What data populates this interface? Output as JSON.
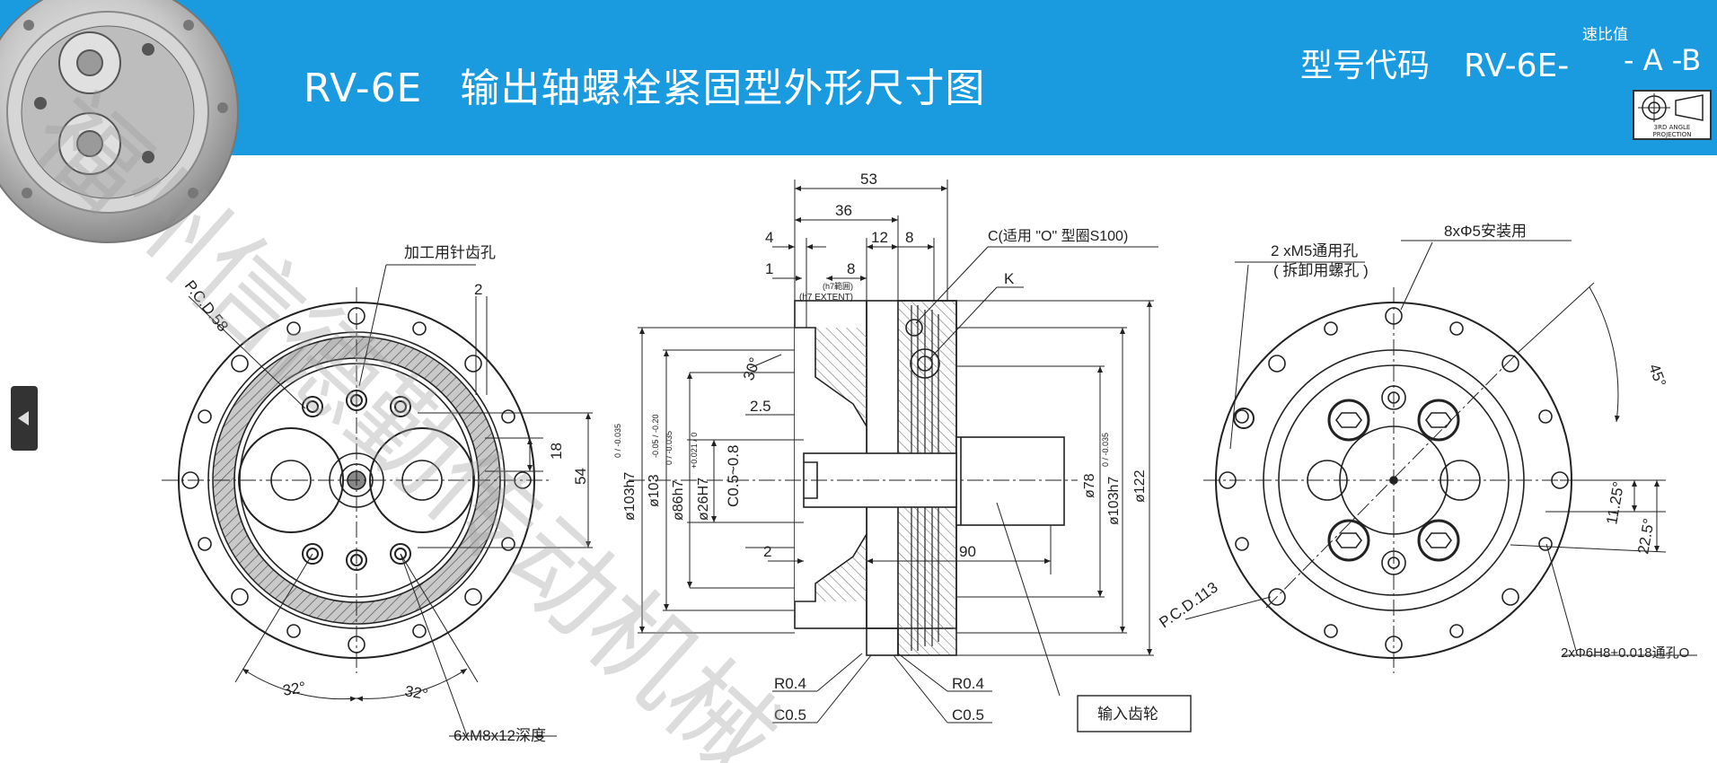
{
  "header": {
    "model_number": "RV-6E",
    "title": "输出轴螺栓紧固型外形尺寸图",
    "code_label": "型号代码",
    "code_prefix": "RV-6E-",
    "ratio_label": "速比值",
    "code_suffix": "- A -B",
    "projection_label_line1": "3RD ANGLE",
    "projection_label_line2": "PROJECTION"
  },
  "watermark": "福州信德勤传动机械",
  "left_view": {
    "note_pin_hole": "加工用针齿孔",
    "pcd": "P.C.D.58",
    "dim_2": "2",
    "dim_18": "18",
    "dim_54": "54",
    "angle_1": "32°",
    "angle_2": "32°",
    "note_thread": "6xM8x12深度"
  },
  "section_view": {
    "dim_53": "53",
    "dim_36": "36",
    "dim_4": "4",
    "dim_12": "12",
    "dim_8a": "8",
    "dim_1": "1",
    "dim_8b": "8",
    "h7_range": "(h7範囲)",
    "h7_extent": "(h7 EXTENT)",
    "oring_note": "C(适用 \"O\" 型圈S100)",
    "k_label": "K",
    "angle_30": "30°",
    "dim_25": "2.5",
    "chamfer_c05_08": "C0.5~0.8",
    "dim_2": "2",
    "dim_90": "90",
    "d103_h7": "ø103h7",
    "d103_tol": "0 / -0.035",
    "d103_b": "ø103",
    "d103_b_tol": "-0.05 / -0.20",
    "d86_h7": "ø86h7",
    "d86_tol": "0 / -0.035",
    "d26_h7": "ø26H7",
    "d26_tol": "+0.021 / 0",
    "d78": "ø78",
    "d103_right": "ø103h7",
    "d103_right_tol": "0 / -0.035",
    "d122": "ø122",
    "r04_left": "R0.4",
    "c05_left": "C0.5",
    "r04_right": "R0.4",
    "c05_right": "C0.5",
    "input_gear": "输入齿轮"
  },
  "right_view": {
    "through_hole_line1": "2 xM5通用孔",
    "through_hole_line2": "( 拆卸用螺孔 )",
    "mount_holes": "8xΦ5安装用",
    "angle_45": "45°",
    "angle_1125": "11.25°",
    "angle_225": "22.5°",
    "pcd": "P.C.D.113",
    "pin_holes": "2xΦ6H8+0.018通孔O"
  }
}
